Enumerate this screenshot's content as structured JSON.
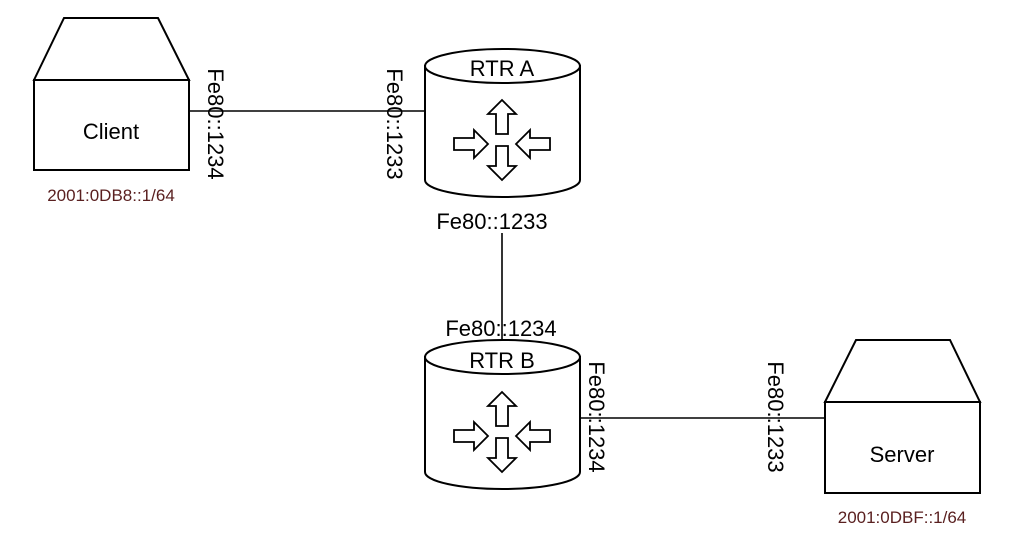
{
  "colors": {
    "address": "#5a2020",
    "line": "#000000"
  },
  "client": {
    "label": "Client",
    "address": "2001:0DB8::1/64"
  },
  "server": {
    "label": "Server",
    "address": "2001:0DBF::1/64"
  },
  "rtr_a": {
    "label": "RTR A"
  },
  "rtr_b": {
    "label": "RTR B"
  },
  "links": {
    "client_rtra": {
      "client_side": "Fe80::1234",
      "router_side": "Fe80::1233"
    },
    "rtra_rtrb": {
      "rtra_side": "Fe80::1233",
      "rtrb_side": "Fe80::1234"
    },
    "rtrb_server": {
      "router_side": "Fe80::1234",
      "server_side": "Fe80::1233"
    }
  }
}
